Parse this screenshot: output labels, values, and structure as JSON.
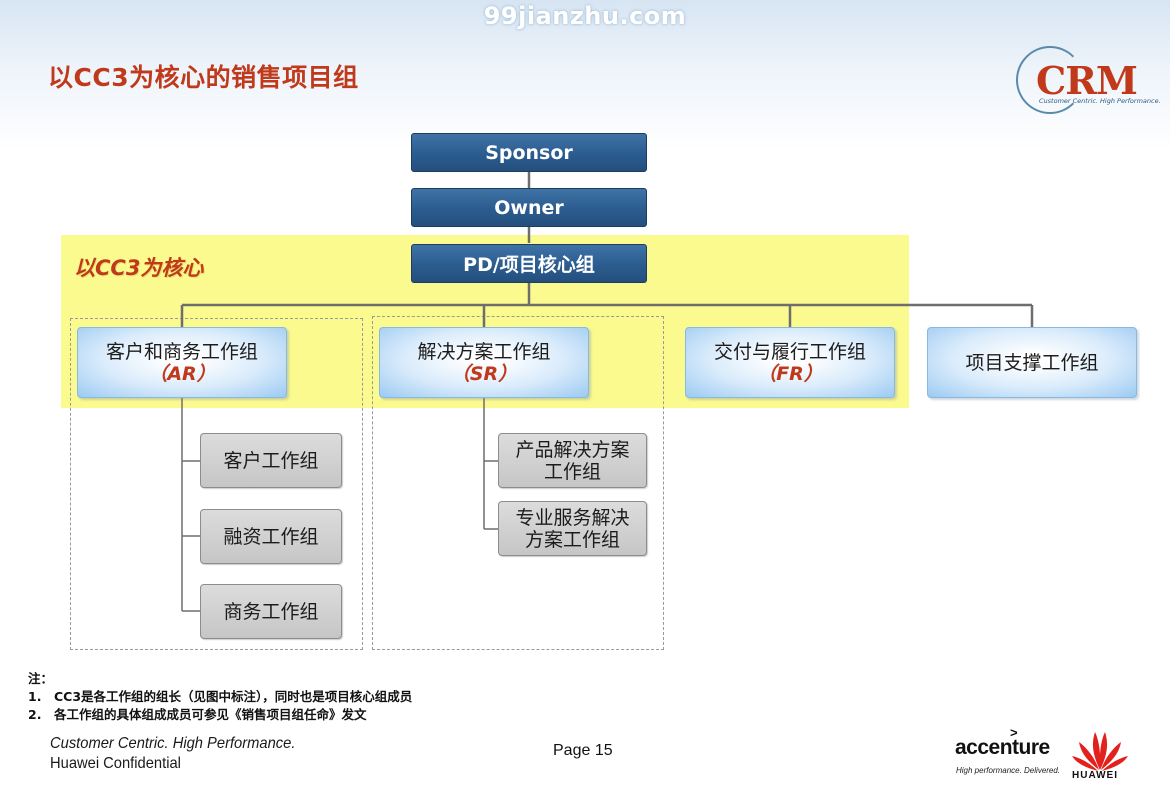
{
  "watermark": "99jianzhu.com",
  "page_title": "以CC3为核心的销售项目组",
  "crm_logo": {
    "text": "CRM",
    "tagline": "Customer Centric. High Performance."
  },
  "colors": {
    "accent_red": "#c0391b",
    "dark_blue": "#2b5c8f",
    "highlight_yellow": "#fbfa8f",
    "light_blue": "#9ccaf2",
    "gray": "#c6c6c6"
  },
  "chain": {
    "sponsor": "Sponsor",
    "owner": "Owner",
    "pd": "PD/项目核心组"
  },
  "core_label": "以CC3为核心",
  "groups": [
    {
      "name": "客户和商务工作组",
      "code": "（AR）"
    },
    {
      "name": "解决方案工作组",
      "code": "（SR）"
    },
    {
      "name": "交付与履行工作组",
      "code": "（FR）"
    },
    {
      "name": "项目支撑工作组",
      "code": ""
    }
  ],
  "ar_subgroups": [
    "客户工作组",
    "融资工作组",
    "商务工作组"
  ],
  "sr_subgroups": [
    {
      "line1": "产品解决方案",
      "line2": "工作组"
    },
    {
      "line1": "专业服务解决",
      "line2": "方案工作组"
    }
  ],
  "notes": {
    "heading": "注：",
    "items": [
      {
        "num": "1.",
        "text": "CC3是各工作组的组长（见图中标注），同时也是项目核心组成员"
      },
      {
        "num": "2.",
        "text": "各工作组的具体组成成员可参见《销售项目组任命》发文"
      }
    ]
  },
  "footer": {
    "tagline": "Customer Centric. High Performance.",
    "confidential": "Huawei Confidential",
    "page": "Page 15",
    "accenture": "accenture",
    "accenture_arrow": ">",
    "accenture_tag": "High performance. Delivered.",
    "huawei": "HUAWEI"
  },
  "icons": {
    "crm": "crm-logo-icon",
    "accenture": "accenture-logo-icon",
    "huawei": "huawei-logo-icon"
  }
}
